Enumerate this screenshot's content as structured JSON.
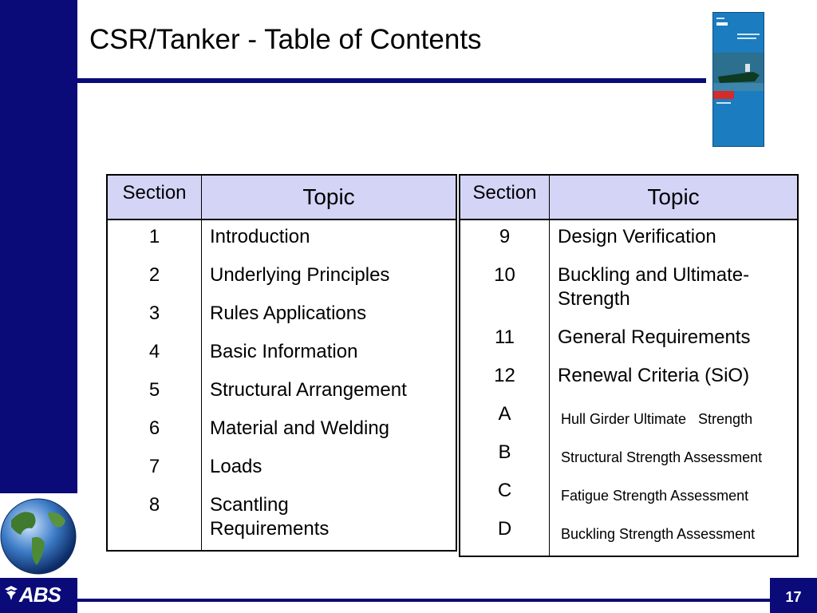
{
  "title": "CSR/Tanker - Table of Contents",
  "page_number": "17",
  "logo": {
    "text": "ABS",
    "icon": "abs-eagle-icon"
  },
  "cover_image": {
    "icon": "csr-book-cover"
  },
  "colors": {
    "navy": "#0a0a78",
    "header_fill": "#d4d4f7"
  },
  "table_left": {
    "headers": {
      "section": "Section",
      "topic": "Topic"
    },
    "rows": [
      {
        "section": "1",
        "topic": "Introduction"
      },
      {
        "section": "2",
        "topic": "Underlying Principles"
      },
      {
        "section": "3",
        "topic": "Rules Applications"
      },
      {
        "section": "4",
        "topic": "Basic Information"
      },
      {
        "section": "5",
        "topic": "Structural Arrangement"
      },
      {
        "section": "6",
        "topic": "Material and Welding"
      },
      {
        "section": "7",
        "topic": "Loads"
      },
      {
        "section": "8",
        "topic": "Scantling Requirements"
      }
    ]
  },
  "table_right": {
    "headers": {
      "section": "Section",
      "topic": "Topic"
    },
    "rows": [
      {
        "section": "9",
        "topic": "Design Verification"
      },
      {
        "section": "10",
        "topic": "Buckling and Ultimate-Strength"
      },
      {
        "section": "11",
        "topic": "General Requirements"
      },
      {
        "section": "12",
        "topic": "Renewal Criteria (SiO)"
      },
      {
        "section": "A",
        "topic": "Hull Girder Ultimate   Strength"
      },
      {
        "section": "B",
        "topic": "Structural Strength Assessment"
      },
      {
        "section": "C",
        "topic": "Fatigue Strength Assessment"
      },
      {
        "section": "D",
        "topic": "Buckling Strength Assessment"
      }
    ]
  }
}
